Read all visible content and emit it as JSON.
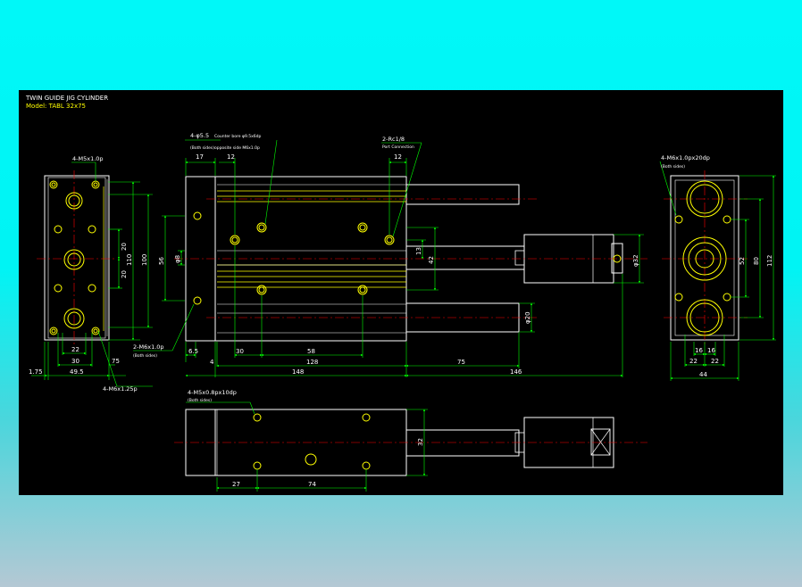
{
  "title": "TWIN GUIDE JIG CYLINDER",
  "model": "Model: TABL 32x75",
  "colors": {
    "background": "#00f8f8",
    "panel": "#000000",
    "outline": "#ffffff",
    "dimension": "#00ff00",
    "centerline": "#ff0000",
    "hole": "#ffff00",
    "rod": "#ffff00"
  },
  "callouts": {
    "left_top_holes": "4-M5x1.0p",
    "top_counterbore": "4-φ5.5",
    "top_counterbore_note": "Counter bore φ9.5x6dp",
    "top_counterbore_sub": "(Both sides)opposite side M6x1.0p",
    "port": "2-Rc1/8",
    "port_sub": "Port Connection",
    "left_side_holes": "2-M6x1.0p",
    "left_side_sub": "(Both sides)",
    "left_bottom_holes": "4-M6x1.25p",
    "right_holes": "4-M6x1.0px20dp",
    "right_holes_sub": "(Both sides)",
    "bottom_holes": "4-M5x0.8px10dp",
    "bottom_holes_sub": "(Both sides)"
  },
  "dims": {
    "lv_1_75": "1.75",
    "lv_22": "22",
    "lv_30": "30",
    "lv_49_5": "49.5",
    "lv_75": "75",
    "lv_20a": "20",
    "lv_20b": "20",
    "lv_100": "100",
    "lv_110": "110",
    "fv_17": "17",
    "fv_12a": "12",
    "fv_12b": "12",
    "fv_phi8": "φ8",
    "fv_56": "56",
    "fv_13": "13",
    "fv_42": "42",
    "fv_phi32": "φ32",
    "fv_phi20": "φ20",
    "fv_6_5": "6.5",
    "fv_4": "4",
    "fv_30": "30",
    "fv_58": "58",
    "fv_128": "128",
    "fv_75": "75",
    "fv_148": "148",
    "fv_146": "146",
    "rv_52": "52",
    "rv_80": "80",
    "rv_112": "112",
    "rv_16a": "16",
    "rv_16b": "16",
    "rv_22a": "22",
    "rv_22b": "22",
    "rv_44": "44",
    "bv_32": "32",
    "bv_27": "27",
    "bv_74": "74"
  }
}
